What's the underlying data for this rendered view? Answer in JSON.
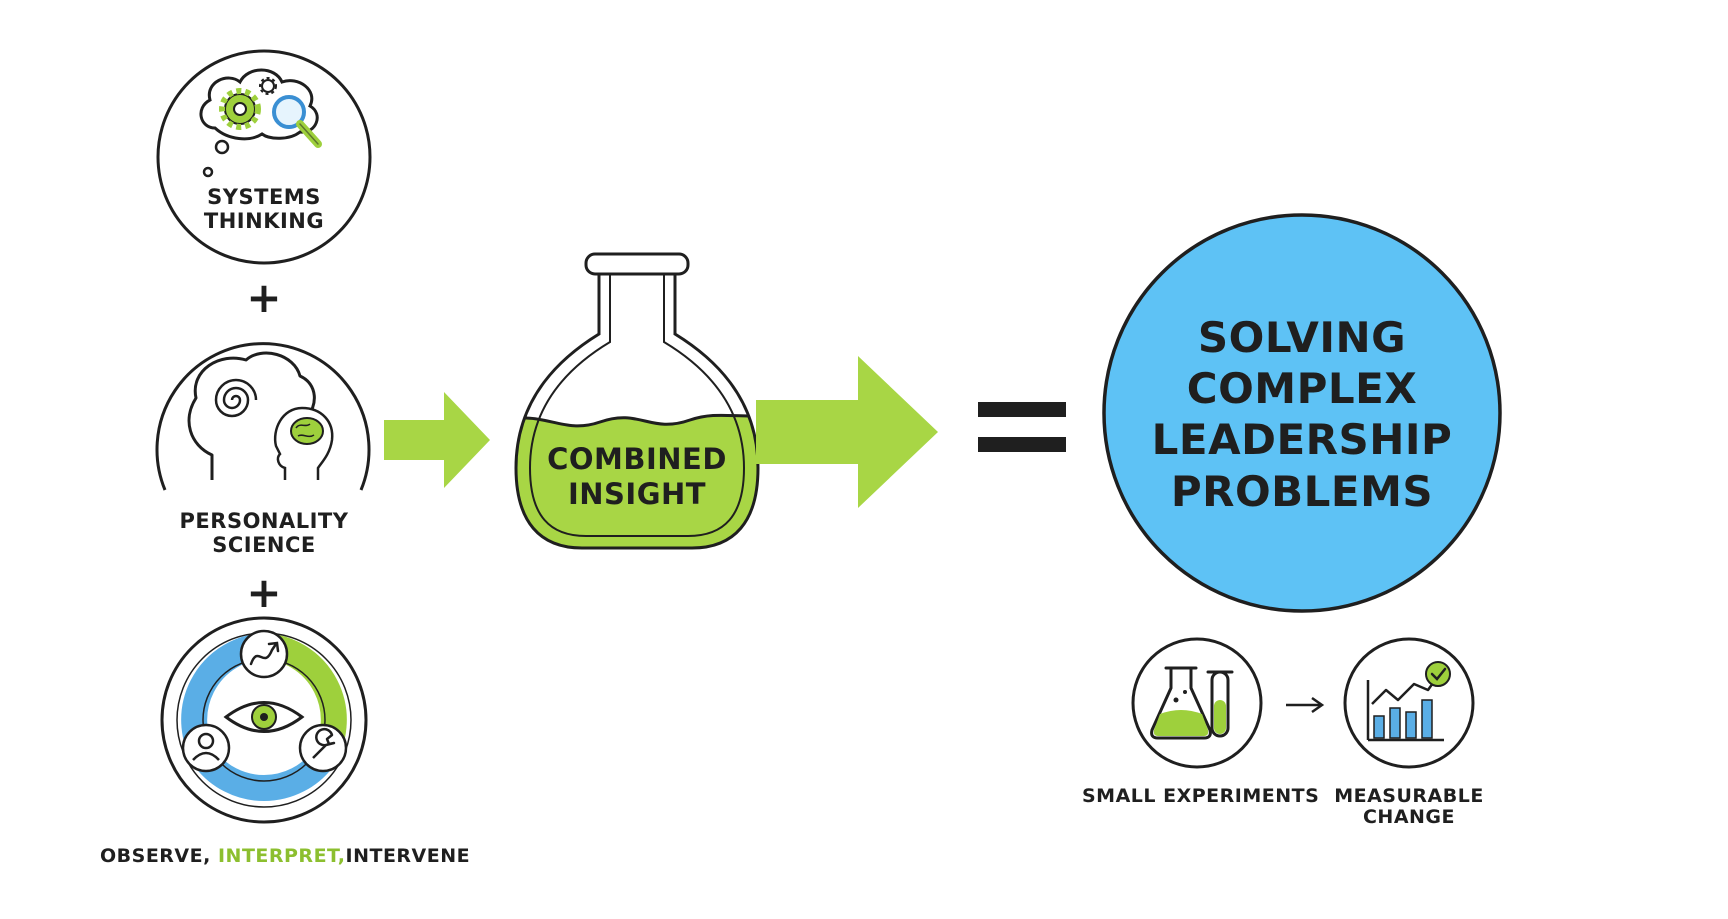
{
  "colors": {
    "accent_green": "#9ed03c",
    "accent_blue": "#5ec2f5",
    "ring_blue": "#5aaee6",
    "ink": "#1f1f1f",
    "background": "#ffffff"
  },
  "inputs": [
    {
      "id": "systems",
      "icon": "thought-cloud-gears-magnifier-icon",
      "lines": [
        "SYSTEMS",
        "THINKING"
      ]
    },
    {
      "id": "personality",
      "icon": "head-profile-spiral-brain-icon",
      "lines": [
        "PERSONALITY",
        "SCIENCE"
      ]
    },
    {
      "id": "cycle",
      "icon": "observe-interpret-intervene-cycle-icon"
    }
  ],
  "operators": {
    "plus": "+",
    "equals": "="
  },
  "cycle_caption": {
    "observe": "OBSERVE,",
    "interpret": "INTERPRET,",
    "intervene": "INTERVENE"
  },
  "flask": {
    "icon": "flask-icon",
    "lines": [
      "COMBINED",
      "INSIGHT"
    ],
    "fill_level": 0.55
  },
  "result": {
    "lines": [
      "SOLVING",
      "COMPLEX",
      "LEADERSHIP",
      "PROBLEMS"
    ]
  },
  "steps": [
    {
      "icon": "beaker-test-tube-icon",
      "lines": [
        "SMALL EXPERIMENTS"
      ]
    },
    {
      "icon": "bar-chart-checkmark-icon",
      "lines": [
        "MEASURABLE",
        "CHANGE"
      ]
    }
  ]
}
